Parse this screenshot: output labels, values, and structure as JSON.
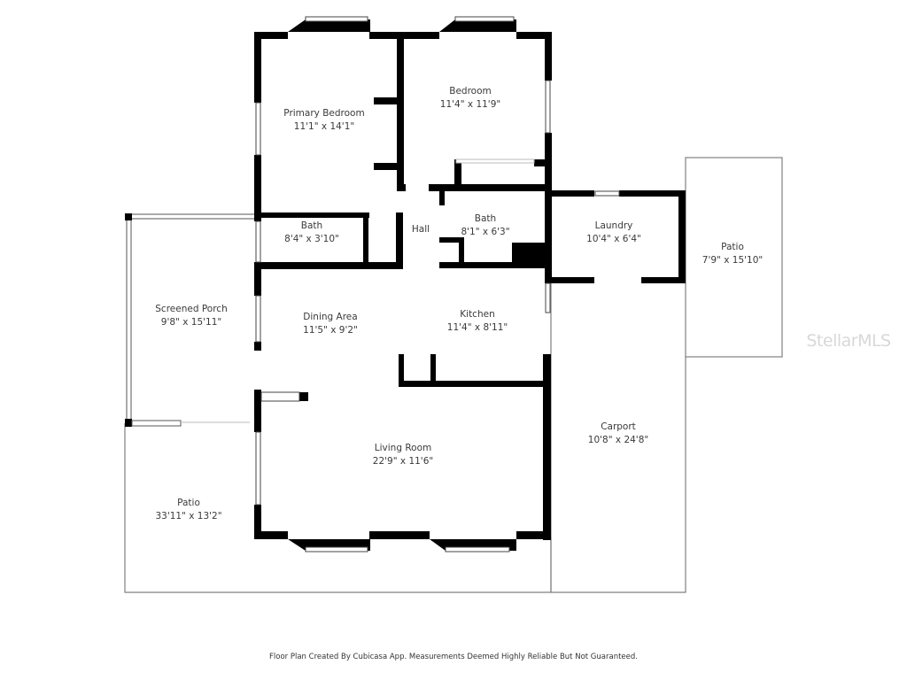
{
  "rooms": [
    {
      "id": "primary-bedroom",
      "name": "Primary Bedroom",
      "dims": "11'1\" x 14'1\""
    },
    {
      "id": "bedroom",
      "name": "Bedroom",
      "dims": "11'4\" x 11'9\""
    },
    {
      "id": "bath-1",
      "name": "Bath",
      "dims": "8'4\" x 3'10\""
    },
    {
      "id": "hall",
      "name": "Hall",
      "dims": ""
    },
    {
      "id": "bath-2",
      "name": "Bath",
      "dims": "8'1\" x 6'3\""
    },
    {
      "id": "laundry",
      "name": "Laundry",
      "dims": "10'4\" x 6'4\""
    },
    {
      "id": "patio-east",
      "name": "Patio",
      "dims": "7'9\" x 15'10\""
    },
    {
      "id": "screened-porch",
      "name": "Screened Porch",
      "dims": "9'8\" x 15'11\""
    },
    {
      "id": "dining-area",
      "name": "Dining Area",
      "dims": "11'5\" x 9'2\""
    },
    {
      "id": "kitchen",
      "name": "Kitchen",
      "dims": "11'4\" x 8'11\""
    },
    {
      "id": "living-room",
      "name": "Living Room",
      "dims": "22'9\" x 11'6\""
    },
    {
      "id": "carport",
      "name": "Carport",
      "dims": "10'8\" x 24'8\""
    },
    {
      "id": "patio-southwest",
      "name": "Patio",
      "dims": "33'11\" x 13'2\""
    }
  ],
  "watermark": "StellarMLS",
  "footer": "Floor Plan Created By Cubicasa App. Measurements Deemed Highly Reliable But Not Guaranteed.",
  "colors": {
    "wall": "#000000",
    "outline": "#808080",
    "window": "#ffffff",
    "background": "#ffffff"
  }
}
